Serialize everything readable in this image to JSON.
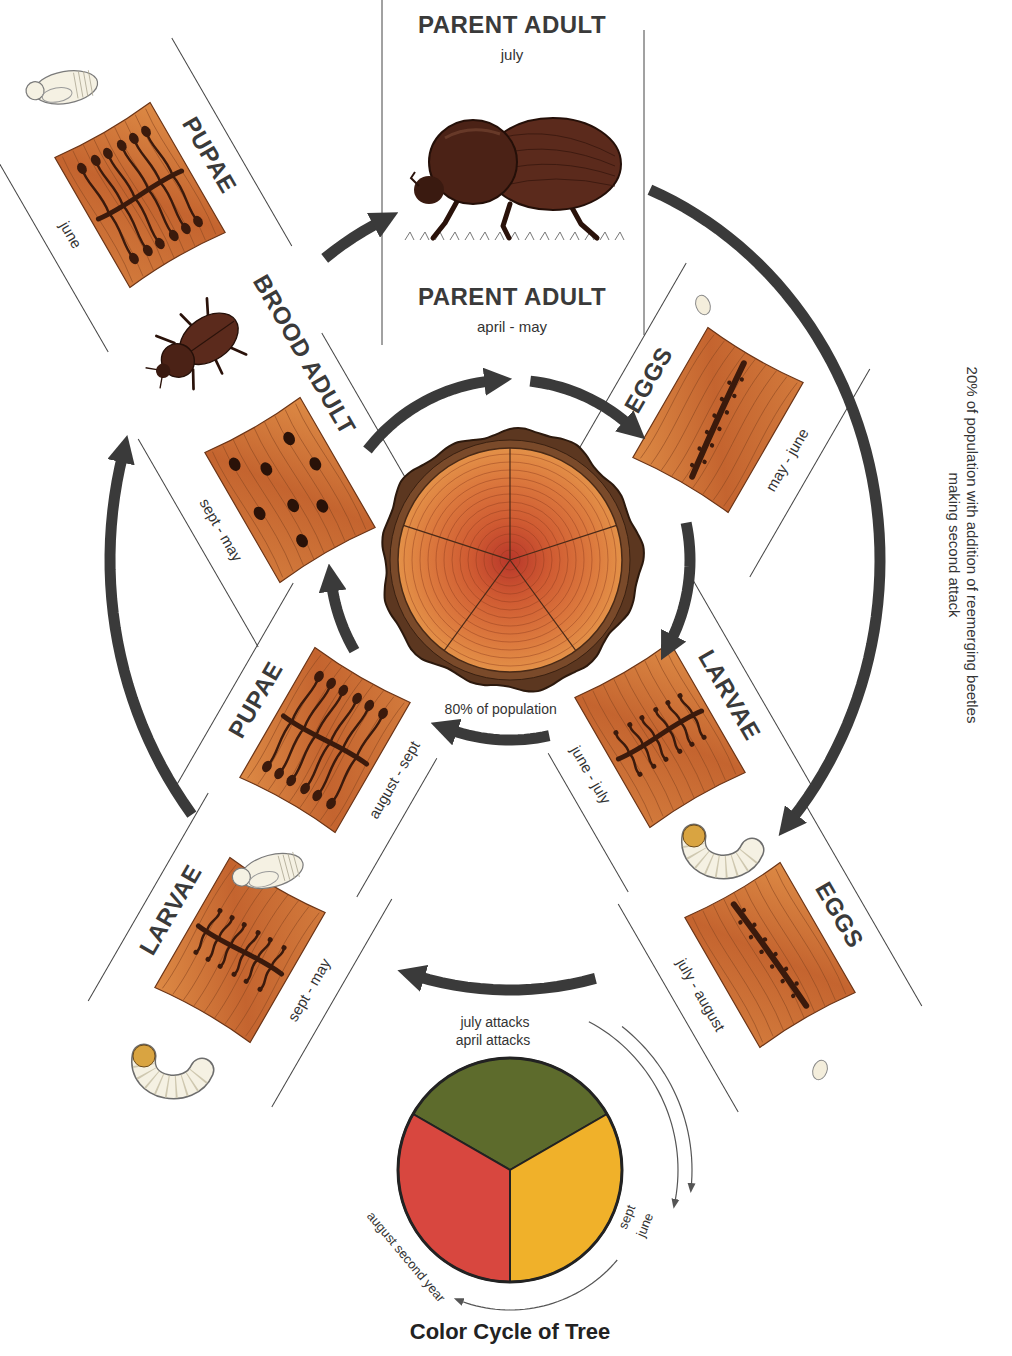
{
  "diagram": {
    "nodes": [
      {
        "text": [
          "PARENT ADULT",
          "july"
        ]
      },
      {
        "text": [
          "PARENT ADULT",
          "april - may"
        ]
      },
      {
        "text": [
          "EGGS",
          "may - june"
        ]
      },
      {
        "text": [
          "LARVAE",
          "june - july"
        ]
      },
      {
        "text": [
          "EGGS",
          "july - august"
        ]
      },
      {
        "text": [
          "PUPAE",
          "august - sept"
        ]
      },
      {
        "text": [
          "LARVAE",
          "sept - may"
        ]
      },
      {
        "text": [
          "BROOD ADULT",
          "sept - may"
        ]
      },
      {
        "text": [
          "PUPAE",
          "june"
        ]
      }
    ],
    "edges": [
      {
        "from": 1,
        "to": 2,
        "arrow": "to"
      },
      {
        "from": 2,
        "to": 3,
        "arrow": "to"
      },
      {
        "from": 3,
        "to": 5,
        "label": "80% of population",
        "arrow": "to"
      },
      {
        "from": 5,
        "to": 7,
        "arrow": "to"
      },
      {
        "from": 7,
        "to": 1,
        "arrow": "to"
      },
      {
        "from": 0,
        "to": 4,
        "arrow": "to"
      },
      {
        "from": 4,
        "to": 6,
        "arrow": "to"
      },
      {
        "from": 6,
        "to": 8,
        "arrow": "to"
      },
      {
        "from": 8,
        "to": 0,
        "arrow": "to"
      }
    ],
    "labels": [
      "20% of population with addition of reemerging beetles making second attack",
      "july attacks",
      "april attacks",
      "june",
      "sept",
      "august second year",
      "Color Cycle of Tree"
    ]
  }
}
